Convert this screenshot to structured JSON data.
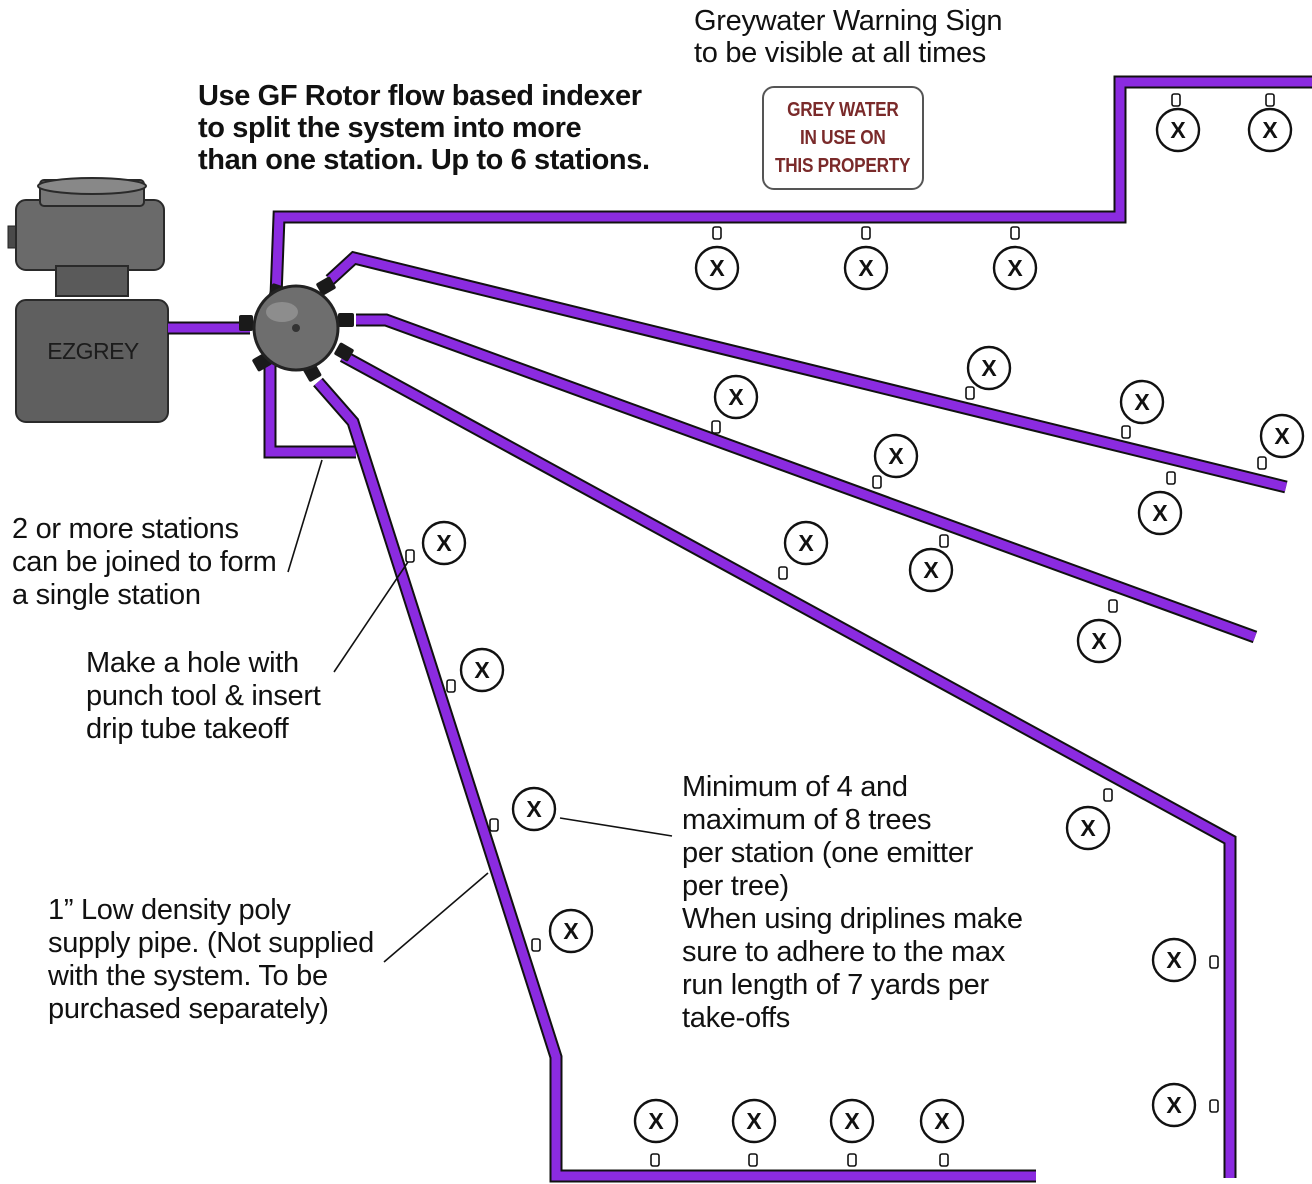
{
  "title": {
    "line1": "Use GF Rotor flow based indexer",
    "line2": "to split the system into more",
    "line3": "than one station. Up to 6 stations."
  },
  "sign_note": {
    "line1": "Greywater Warning Sign",
    "line2": "to be visible at all times"
  },
  "sign": {
    "line1": "GREY WATER",
    "line2": "IN USE ON",
    "line3": "THIS PROPERTY",
    "text_color": "#7a2a2a"
  },
  "tank": {
    "label": "EZGREY",
    "body_color": "#5f5f5f"
  },
  "notes": {
    "join": {
      "line1": "2 or more stations",
      "line2": "can be joined to form",
      "line3": "a single station"
    },
    "hole": {
      "line1": "Make a hole with",
      "line2": "punch tool & insert",
      "line3": "drip tube takeoff"
    },
    "pipe": {
      "line1": "1” Low density poly",
      "line2": "supply pipe. (Not supplied",
      "line3": "with the system. To be",
      "line4": "purchased separately)"
    },
    "trees": {
      "line1": "Minimum of 4 and",
      "line2": "maximum of 8 trees",
      "line3": "per station (one emitter",
      "line4": "per tree)",
      "line5": "When using driplines make",
      "line6": "sure to adhere to the max",
      "line7": "run length of 7 yards per",
      "line8": "take-offs"
    }
  },
  "emitter_symbol": "X",
  "emitter_count": 26,
  "colors": {
    "pipe": "#8b2be0",
    "outline": "#111111",
    "indexer": "#6e6e6e"
  }
}
